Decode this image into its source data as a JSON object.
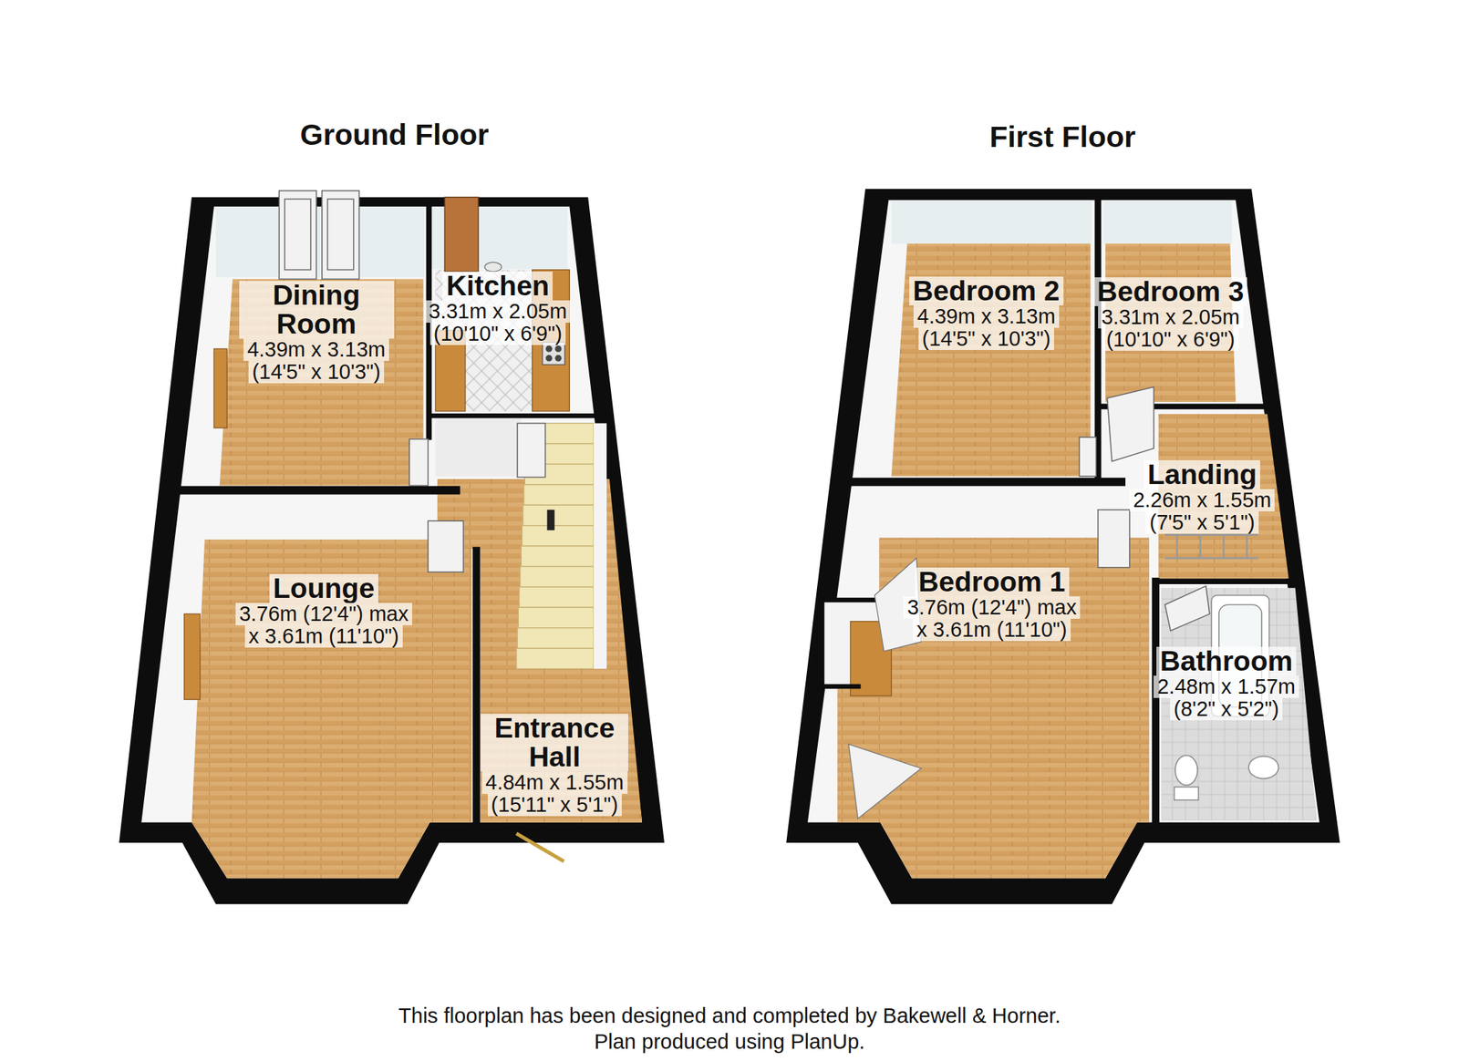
{
  "diagram": {
    "caption": "This floorplan has been designed and completed by Bakewell & Horner.",
    "nodes": [
      {
        "text": [
          "Ground Floor"
        ]
      },
      {
        "text": [
          "Dining Room",
          "4.39m x 3.13m",
          "(14'5\" x 10'3\")"
        ],
        "in": 0
      },
      {
        "text": [
          "Kitchen",
          "3.31m x 2.05m",
          "(10'10\" x 6'9\")"
        ],
        "in": 0
      },
      {
        "text": [
          "Lounge",
          "3.76m (12'4\") max",
          "x 3.61m (11'10\")"
        ],
        "in": 0
      },
      {
        "text": [
          "Entrance Hall",
          "4.84m x 1.55m",
          "(15'11\" x 5'1\")"
        ],
        "in": 0
      },
      {
        "text": [
          "First Floor"
        ]
      },
      {
        "text": [
          "Bedroom 2",
          "4.39m x 3.13m",
          "(14'5\" x 10'3\")"
        ],
        "in": 5
      },
      {
        "text": [
          "Bedroom 3",
          "3.31m x 2.05m",
          "(10'10\" x 6'9\")"
        ],
        "in": 5
      },
      {
        "text": [
          "Landing",
          "2.26m x 1.55m",
          "(7'5\" x 5'1\")"
        ],
        "in": 5
      },
      {
        "text": [
          "Bedroom 1",
          "3.76m (12'4\") max",
          "x 3.61m (11'10\")"
        ],
        "in": 5
      },
      {
        "text": [
          "Bathroom",
          "2.48m x 1.57m",
          "(8'2\" x 5'2\")"
        ],
        "in": 5
      }
    ],
    "labels": [
      "Plan produced using PlanUp."
    ]
  }
}
